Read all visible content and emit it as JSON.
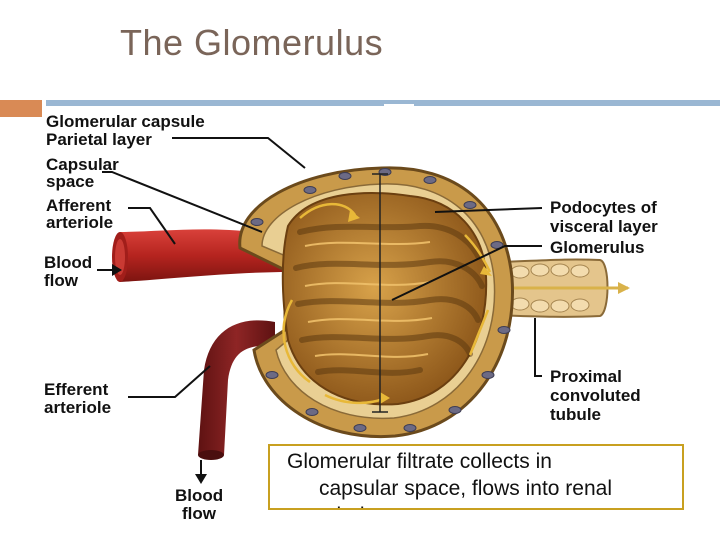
{
  "slide": {
    "title": "The Glomerulus"
  },
  "colors": {
    "accent_orange": "#d98a55",
    "accent_blue": "#9ab7d3",
    "title_text": "#7a6559",
    "caption_border": "#c8a020",
    "capsule": "#c99a4a",
    "glomerulus": "#b87a28",
    "artery": "#b5241f",
    "vein": "#7b1c1c"
  },
  "labels": {
    "glomerular_capsule": "Glomerular capsule",
    "parietal_layer": "Parietal layer",
    "capsular_space_1": "Capsular",
    "capsular_space_2": "space",
    "afferent_1": "Afferent",
    "afferent_2": "arteriole",
    "blood_flow_in_1": "Blood",
    "blood_flow_in_2": "flow",
    "efferent_1": "Efferent",
    "efferent_2": "arteriole",
    "blood_flow_out_1": "Blood",
    "blood_flow_out_2": "flow",
    "podocytes_1": "Podocytes of",
    "podocytes_2": "visceral layer",
    "glomerulus": "Glomerulus",
    "proximal_1": "Proximal",
    "proximal_2": "convoluted",
    "proximal_3": "tubule"
  },
  "caption": {
    "line1": "Glomerular filtrate collects in",
    "line2": "capsular space, flows into renal",
    "line3": "tubule"
  }
}
